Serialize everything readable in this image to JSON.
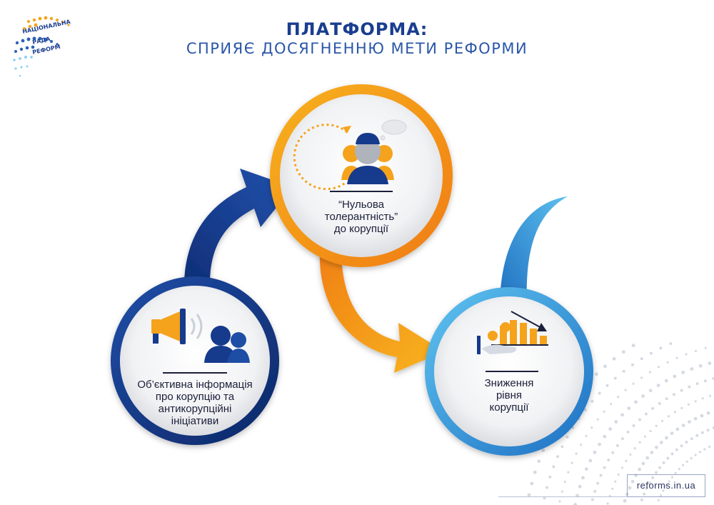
{
  "title": {
    "line1": "ПЛАТФОРМА:",
    "line2": "СПРИЯЄ ДОСЯГНЕННЮ МЕТИ РЕФОРМИ"
  },
  "logo": {
    "lines": [
      "НАЦІОНАЛЬНА",
      "РАДА",
      "РЕФОРМ"
    ]
  },
  "nodes": [
    {
      "id": "info",
      "text": [
        "Об’єктивна інформація",
        "про корупцію та",
        "антикорупційні",
        "ініціативи"
      ],
      "ring_color": "#163a8c",
      "icon": "megaphone-people-icon"
    },
    {
      "id": "zero",
      "text": [
        "“Нульова",
        "толерантність”",
        "до корупції"
      ],
      "ring_color": "#f59a1c",
      "icon": "people-thought-cycle-icon"
    },
    {
      "id": "reduce",
      "text": [
        "Зниження",
        "рівня",
        "корупції"
      ],
      "ring_color": "#2a9ad8",
      "icon": "decreasing-chart-icon"
    }
  ],
  "colors": {
    "navy": "#163a8c",
    "orange": "#f59a1c",
    "blue": "#2a9ad8",
    "dark": "#1b1f3a"
  },
  "footer": {
    "url": "reforms.in.ua"
  }
}
